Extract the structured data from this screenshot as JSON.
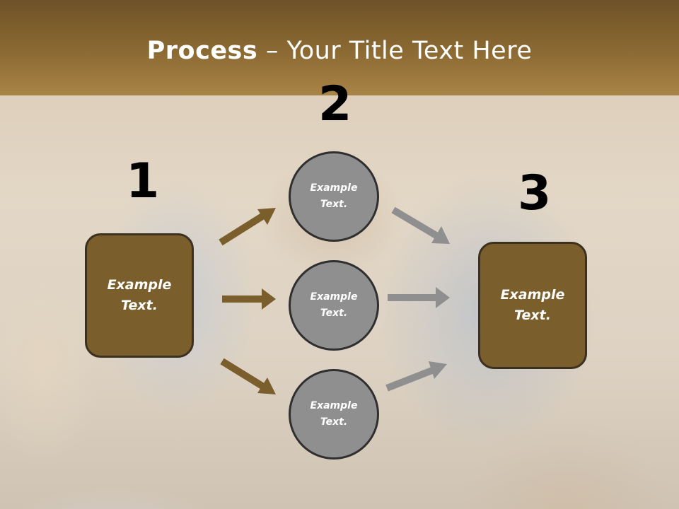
{
  "slide": {
    "title_bold": "Process",
    "title_rest": " – Your Title Text Here"
  },
  "steps": {
    "numbers": [
      "1",
      "2",
      "3"
    ]
  },
  "left_box": {
    "label": "Example Text."
  },
  "circles": [
    {
      "label": "Example Text."
    },
    {
      "label": "Example Text."
    },
    {
      "label": "Example Text."
    }
  ],
  "right_box": {
    "label": "Example Text."
  },
  "colors": {
    "title_band": "#8c6a33",
    "box_fill": "#7a5e2c",
    "box_border": "#3c3020",
    "circle_fill": "#8f8f8f",
    "brown_arrow": "#7a5e2c",
    "gray_arrow": "#8f8f8f"
  },
  "icons": {
    "arrows_left": "arrow-right-icon",
    "arrows_right": "arrow-right-icon"
  }
}
